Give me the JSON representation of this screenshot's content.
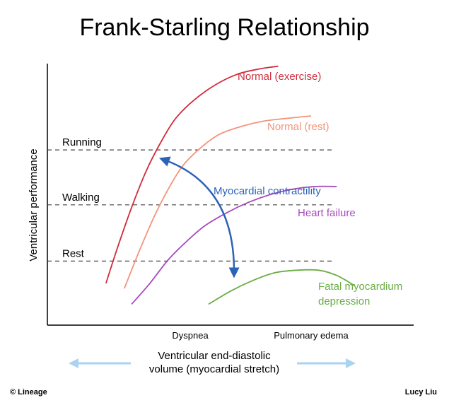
{
  "chart_data": {
    "type": "line",
    "title": "Frank-Starling Relationship",
    "xlabel": "Ventricular end-diastolic volume (myocardial stretch)",
    "xlabel_lines": [
      "Ventricular end-diastolic",
      "volume (myocardial stretch)"
    ],
    "ylabel": "Ventricular performance",
    "x_tick_labels": [
      "Dyspnea",
      "Pulmonary edema"
    ],
    "x_ticks": [
      0.39,
      0.72
    ],
    "xlim": [
      0,
      1
    ],
    "ylim": [
      0,
      1
    ],
    "grid": false,
    "reference_lines": [
      {
        "label": "Running",
        "y": 0.67
      },
      {
        "label": "Walking",
        "y": 0.46
      },
      {
        "label": "Rest",
        "y": 0.245
      }
    ],
    "series": [
      {
        "name": "Normal (exercise)",
        "color": "#d02d3d",
        "x": [
          0.16,
          0.19,
          0.23,
          0.27,
          0.31,
          0.35,
          0.4,
          0.46,
          0.52,
          0.58,
          0.63
        ],
        "y": [
          0.16,
          0.29,
          0.45,
          0.59,
          0.7,
          0.79,
          0.86,
          0.92,
          0.96,
          0.98,
          0.99
        ]
      },
      {
        "name": "Normal (rest)",
        "color": "#f5937b",
        "x": [
          0.21,
          0.25,
          0.29,
          0.33,
          0.37,
          0.42,
          0.47,
          0.53,
          0.59,
          0.65,
          0.72
        ],
        "y": [
          0.14,
          0.28,
          0.41,
          0.52,
          0.61,
          0.68,
          0.73,
          0.76,
          0.78,
          0.79,
          0.8
        ]
      },
      {
        "name": "Heart failure",
        "color": "#a64bbd",
        "x": [
          0.23,
          0.28,
          0.33,
          0.38,
          0.43,
          0.49,
          0.55,
          0.61,
          0.67,
          0.73,
          0.79
        ],
        "y": [
          0.08,
          0.16,
          0.25,
          0.32,
          0.38,
          0.43,
          0.47,
          0.5,
          0.52,
          0.53,
          0.53
        ]
      },
      {
        "name": "Fatal myocardium depression",
        "color": "#6aad45",
        "x": [
          0.44,
          0.5,
          0.56,
          0.62,
          0.68,
          0.74,
          0.79,
          0.84
        ],
        "y": [
          0.08,
          0.13,
          0.17,
          0.2,
          0.21,
          0.21,
          0.19,
          0.15
        ]
      }
    ],
    "annotations": [
      {
        "text": "Myocardial contractility",
        "color": "#2b63b7"
      }
    ]
  },
  "footer": {
    "copyright": "© Lineage",
    "author": "Lucy Liu"
  },
  "colors": {
    "axis": "#000000",
    "reference_line": "#444444",
    "contractility_arrow": "#2b63b7",
    "volume_arrow": "#a9d3f0"
  }
}
